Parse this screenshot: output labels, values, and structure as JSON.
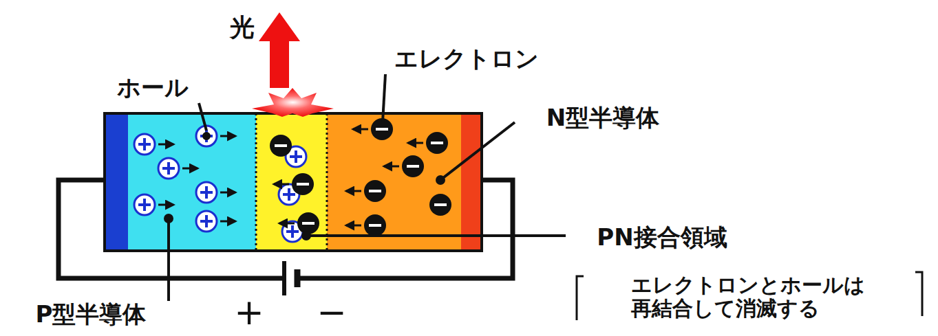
{
  "diagram": {
    "labels": [
      "光",
      "ホール",
      "エレクトロン",
      "N型半導体",
      "PN接合領域",
      "エレクトロンとホールは 再結合して消滅する",
      "P型半導体",
      "+",
      "−"
    ]
  }
}
